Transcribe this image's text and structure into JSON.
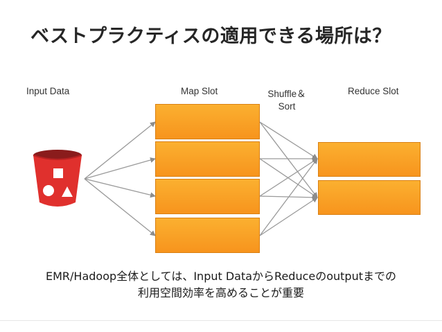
{
  "slide": {
    "title": "ベストプラクティスの適用できる場所は？",
    "labels": {
      "input_data": "Input Data",
      "map_slot": "Map Slot",
      "shuffle_line1": "Shuffle＆",
      "shuffle_line2": "Sort",
      "reduce_slot": "Reduce Slot"
    },
    "caption": {
      "line1": "EMR/Hadoop全体としては、Input DataからReduceのoutputまでの",
      "line2": "利用空間効率を高めることが重要"
    },
    "icons": {
      "bucket": "s3-bucket-icon"
    },
    "colors": {
      "slot_fill": "#f7941d",
      "bucket_red": "#e0302d",
      "arrow": "#8c8c8c"
    }
  }
}
